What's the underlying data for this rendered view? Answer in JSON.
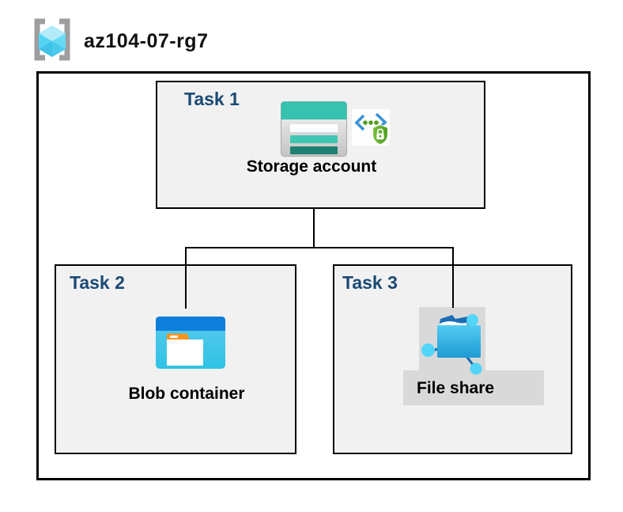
{
  "title": "az104-07-rg7",
  "tasks": [
    {
      "label": "Task 1",
      "resource": "Storage account",
      "icons": [
        "storage-account-icon",
        "sas-security-icon"
      ]
    },
    {
      "label": "Task 2",
      "resource": "Blob container",
      "icons": [
        "blob-container-icon"
      ]
    },
    {
      "label": "Task 3",
      "resource": "File share",
      "icons": [
        "file-share-icon"
      ]
    }
  ],
  "icons": {
    "header": "resource-group-icon",
    "task1_main": "storage-account-icon",
    "task1_badge": "sas-security-icon",
    "task2_main": "blob-container-icon",
    "task3_main": "file-share-icon"
  },
  "colors": {
    "border_color": "#000000",
    "connector_color": "#000000",
    "box_fill": "#f1f1f2",
    "task_label_color": "#1b4a73",
    "highlight_gray": "#d9d9d9",
    "storage_teal": "#36c2ae",
    "storage_teal_dark": "#1f8173",
    "blob_top_blue": "#0d7ed9",
    "blob_body_cyan": "#3ec7e8",
    "folder_tab_orange": "#f7941e",
    "fileshare_front_blue": "#2aa8dc",
    "fileshare_node_cyan": "#52d5f8",
    "sas_chevron_blue": "#3a92d4",
    "sas_green": "#4f9e1f",
    "cube_cyan": "#55d4f2",
    "bracket_gray": "#9e9e9e"
  }
}
